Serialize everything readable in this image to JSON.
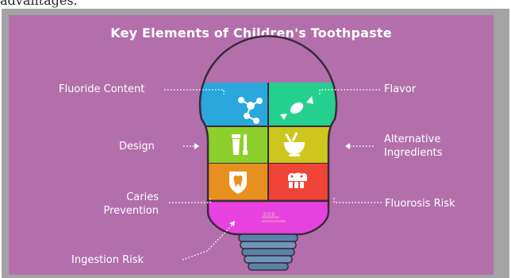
{
  "cut_text": "advantages.",
  "title": "Key Elements of Children's Toothpaste",
  "left_labels": {
    "fluoride": "Fluoride Content",
    "design": "Design",
    "caries_line1": "Caries",
    "caries_line2": "Prevention",
    "ingestion": "Ingestion Risk"
  },
  "right_labels": {
    "flavor": "Flavor",
    "alt_line1": "Alternative",
    "alt_line2": "Ingredients",
    "fluorosis": "Fluorosis Risk"
  },
  "segment_icons": {
    "fluoride": "molecule-icon",
    "flavor": "candy-icon",
    "design": "toothpaste-tube-icon",
    "alternative": "mortar-pestle-icon",
    "caries": "tooth-shield-icon",
    "fluorosis": "stained-teeth-icon",
    "ingestion": "toothbrush-icon"
  },
  "colors": {
    "background": "#b36fac",
    "frame": "#a3a3a3",
    "fluoride": "#2aa7dc",
    "flavor": "#25cf8e",
    "design": "#8dcf2b",
    "alternative": "#cdc61c",
    "caries": "#e8901f",
    "fluorosis": "#ee4336",
    "ingestion": "#e742df",
    "bulb_base": "#5b82a8",
    "text": "#ffffff"
  }
}
